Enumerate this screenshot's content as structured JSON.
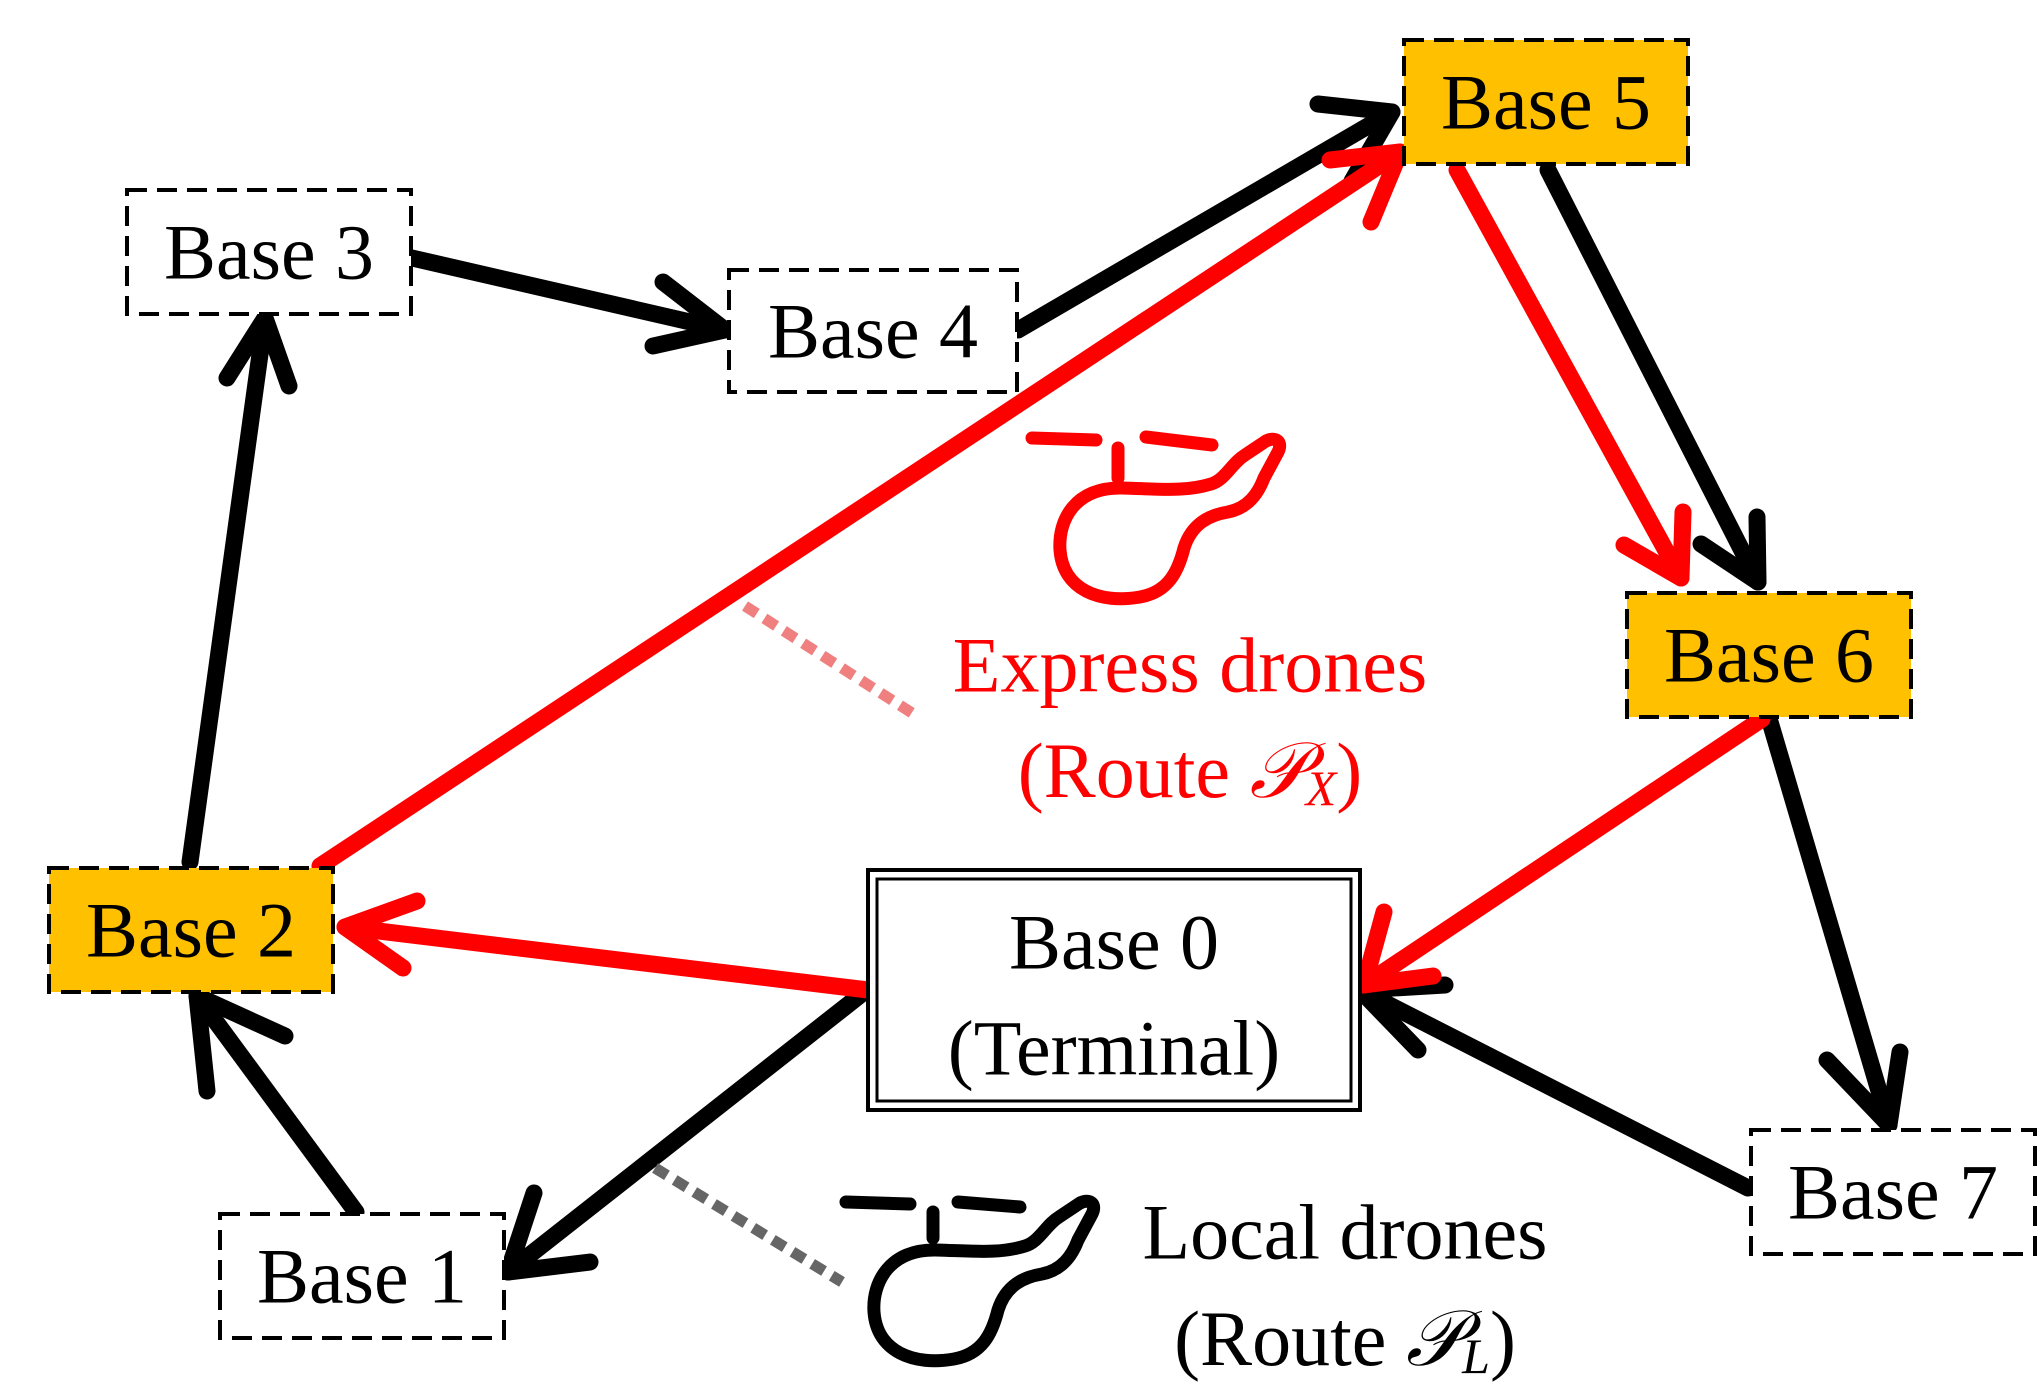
{
  "colors": {
    "local": "#000000",
    "express": "#ff0000",
    "highlight_fill": "#ffc000",
    "express_leader": "#f08080",
    "local_leader": "#666666"
  },
  "nodes": {
    "base0": {
      "line1": "Base 0",
      "line2": "(Terminal)",
      "role": "terminal"
    },
    "base1": {
      "label": "Base 1",
      "highlighted": false
    },
    "base2": {
      "label": "Base 2",
      "highlighted": true
    },
    "base3": {
      "label": "Base 3",
      "highlighted": false
    },
    "base4": {
      "label": "Base 4",
      "highlighted": false
    },
    "base5": {
      "label": "Base 5",
      "highlighted": true
    },
    "base6": {
      "label": "Base 6",
      "highlighted": true
    },
    "base7": {
      "label": "Base 7",
      "highlighted": false
    }
  },
  "routes": {
    "local": {
      "sequence": [
        "Base 0",
        "Base 1",
        "Base 2",
        "Base 3",
        "Base 4",
        "Base 5",
        "Base 6",
        "Base 7",
        "Base 0"
      ]
    },
    "express": {
      "sequence": [
        "Base 0",
        "Base 2",
        "Base 5",
        "Base 6",
        "Base 0"
      ]
    }
  },
  "legend": {
    "express": {
      "title": "Express drones",
      "route_prefix": "(Route ",
      "route_symbol": "𝒫",
      "route_subscript": "X",
      "route_suffix": ")",
      "icon": "drone-icon"
    },
    "local": {
      "title": "Local drones",
      "route_prefix": "(Route ",
      "route_symbol": "𝒫",
      "route_subscript": "L",
      "route_suffix": ")",
      "icon": "drone-icon"
    }
  }
}
